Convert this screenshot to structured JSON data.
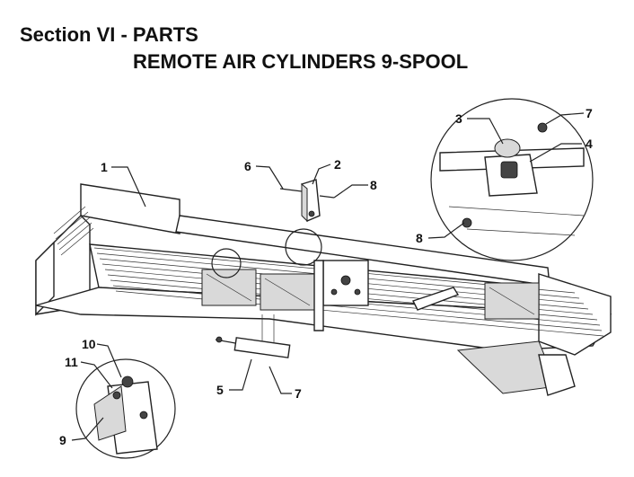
{
  "header": {
    "section": "Section VI - PARTS",
    "subtitle": "REMOTE AIR CYLINDERS 9-SPOOL"
  },
  "callouts": [
    {
      "id": "c1",
      "label": "1"
    },
    {
      "id": "c2",
      "label": "2"
    },
    {
      "id": "c3",
      "label": "3"
    },
    {
      "id": "c4",
      "label": "4"
    },
    {
      "id": "c5",
      "label": "5"
    },
    {
      "id": "c6",
      "label": "6"
    },
    {
      "id": "c7a",
      "label": "7"
    },
    {
      "id": "c7b",
      "label": "7"
    },
    {
      "id": "c8a",
      "label": "8"
    },
    {
      "id": "c8b",
      "label": "8"
    },
    {
      "id": "c9",
      "label": "9"
    },
    {
      "id": "c10",
      "label": "10"
    },
    {
      "id": "c11",
      "label": "11"
    }
  ]
}
